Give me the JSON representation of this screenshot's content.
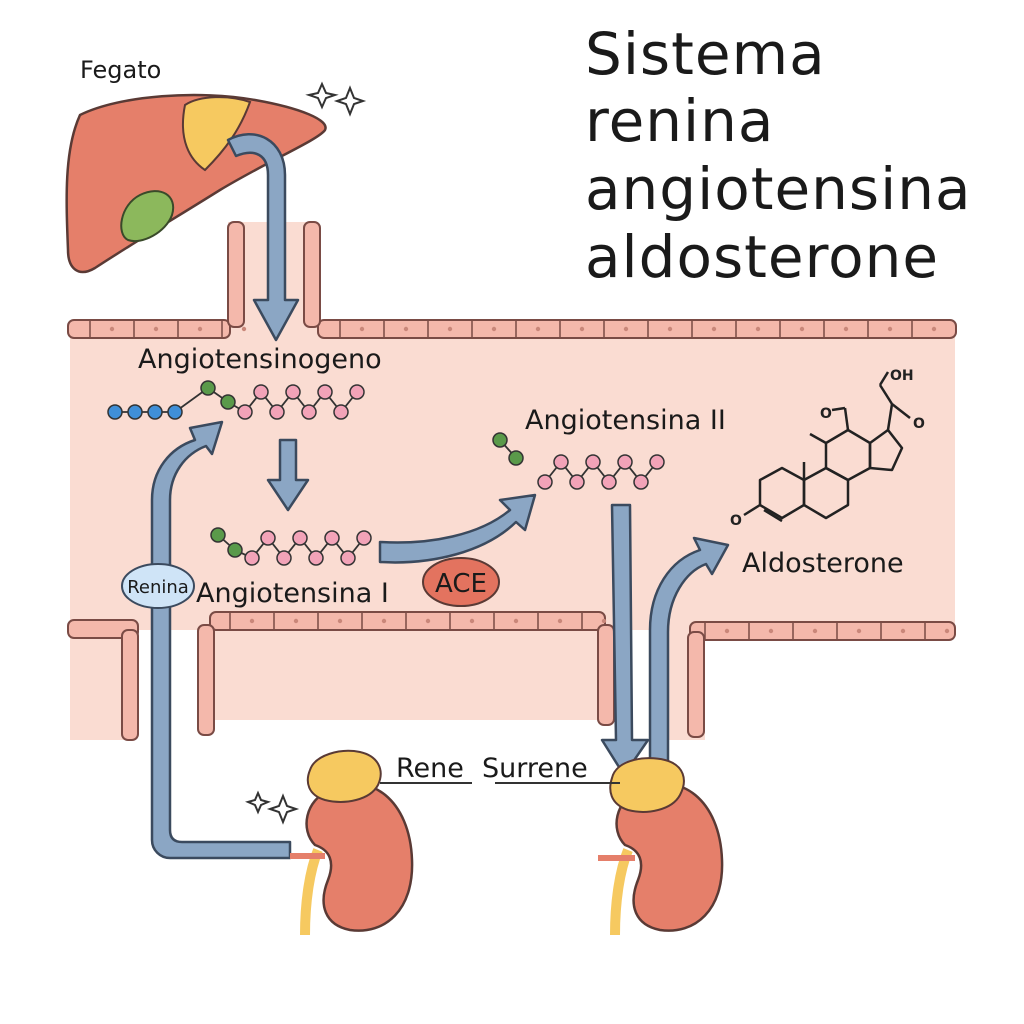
{
  "title": {
    "line1": "Sistema",
    "line2": "renina",
    "line3": "angiotensina",
    "line4": "aldosterone"
  },
  "labels": {
    "liver": "Fegato",
    "angiotensinogen": "Angiotensinogeno",
    "angiotensin1": "Angiotensina I",
    "angiotensin2": "Angiotensina II",
    "aldosterone": "Aldosterone",
    "renin": "Renina",
    "ace": "ACE",
    "kidney": "Rene",
    "adrenal": "Surrene"
  },
  "molecule": {
    "oh": "OH",
    "o1": "O",
    "o2": "O",
    "o3": "O"
  },
  "colors": {
    "vessel_bg": "#fadcd2",
    "vessel_wall": "#f4b8ab",
    "cell": "#f6c9bf",
    "arrow": "#8ba6c4",
    "organ": "#e57f6a",
    "adrenal": "#f6c960",
    "gallbladder": "#8cb85c",
    "bead_blue": "#3f8fd8",
    "bead_green": "#5a9a4a",
    "bead_pink": "#f2a3b8",
    "ace": "#e3735f",
    "renin_bubble": "#cfe4f7"
  }
}
